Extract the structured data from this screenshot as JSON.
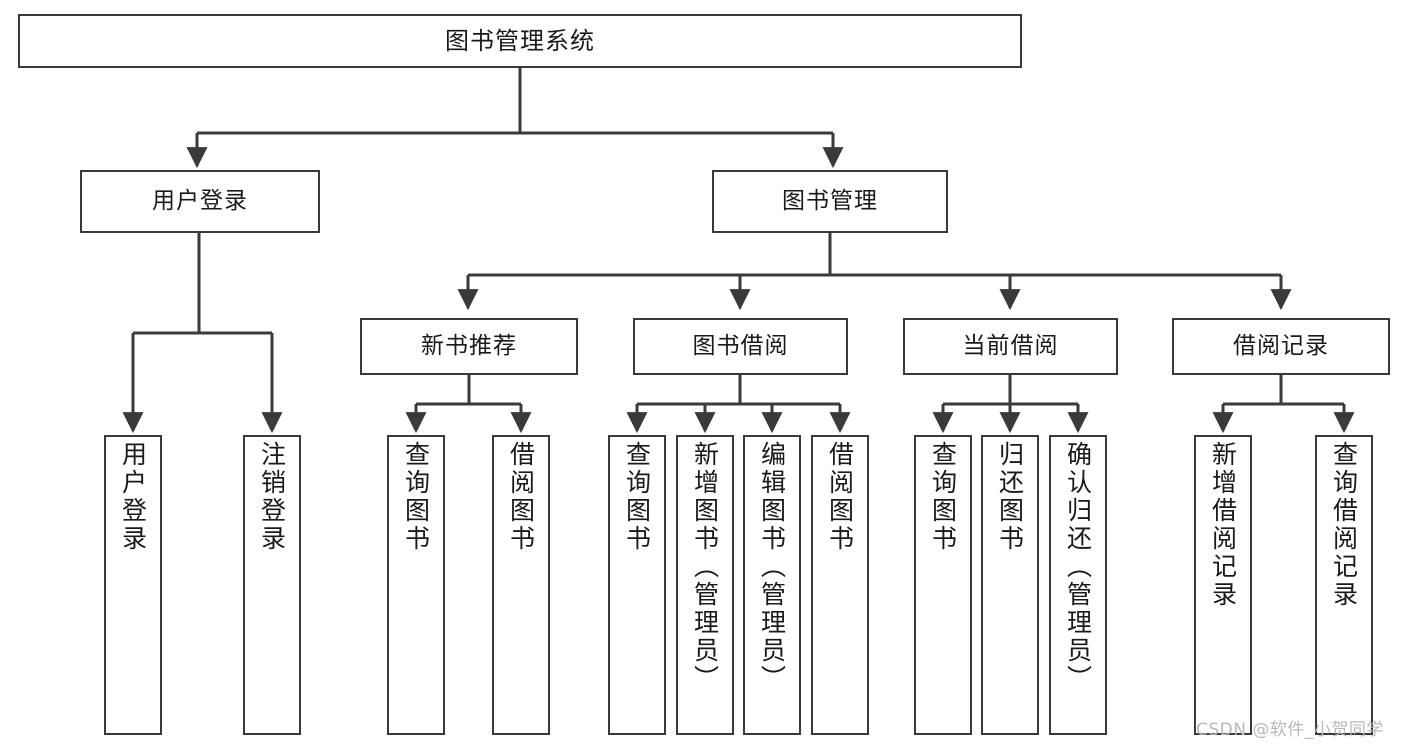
{
  "diagram": {
    "type": "tree-hierarchy",
    "title": "图书管理系统",
    "watermark": "CSDN @软件_小贺同学",
    "colors": {
      "background": "#ffffff",
      "stroke": "#3a3a3a",
      "text": "#1a1a1a",
      "watermark": "#b9b9b9"
    },
    "nodes": {
      "root": {
        "label": "图书管理系统"
      },
      "level2": [
        {
          "label": "用户登录"
        },
        {
          "label": "图书管理"
        }
      ],
      "level3": [
        {
          "label": "新书推荐"
        },
        {
          "label": "图书借阅"
        },
        {
          "label": "当前借阅"
        },
        {
          "label": "借阅记录"
        }
      ],
      "leaves": {
        "user_login": [
          {
            "label": "用户登录"
          },
          {
            "label": "注销登录"
          }
        ],
        "new_book": [
          {
            "label": "查询图书"
          },
          {
            "label": "借阅图书"
          }
        ],
        "book_borrow": [
          {
            "label": "查询图书"
          },
          {
            "label": "新增图书（管理员）"
          },
          {
            "label": "编辑图书（管理员）"
          },
          {
            "label": "借阅图书"
          }
        ],
        "current_borrow": [
          {
            "label": "查询图书"
          },
          {
            "label": "归还图书"
          },
          {
            "label": "确认归还（管理员）"
          }
        ],
        "borrow_record": [
          {
            "label": "新增借阅记录"
          },
          {
            "label": "查询借阅记录"
          }
        ]
      }
    }
  }
}
